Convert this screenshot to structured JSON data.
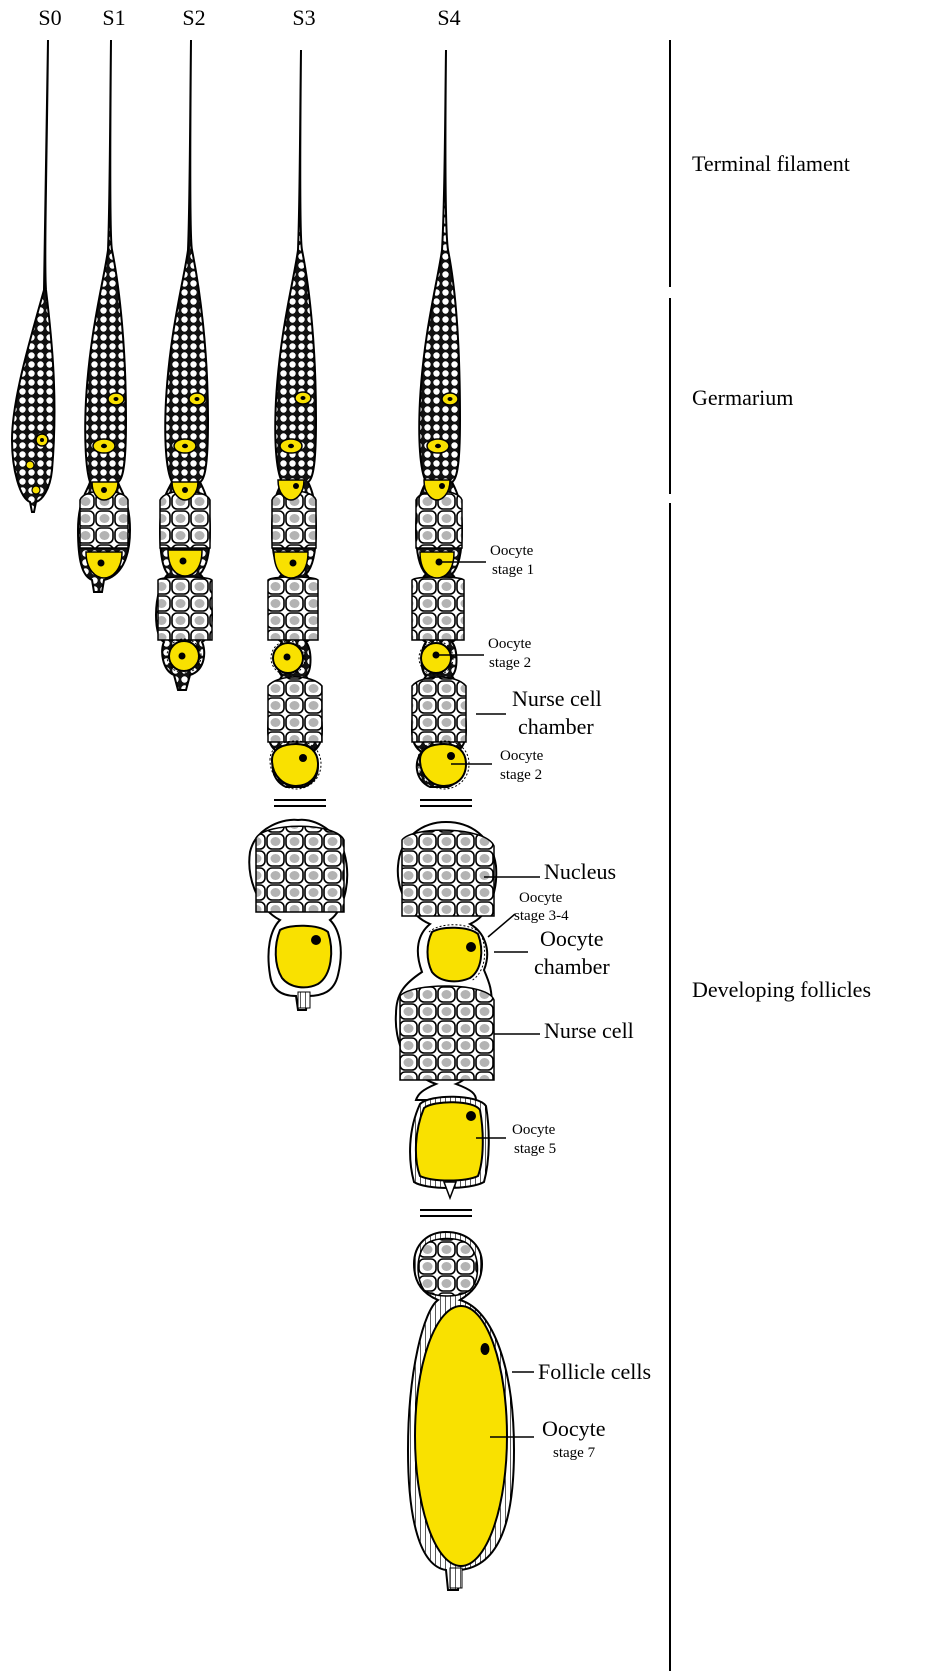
{
  "stages": [
    "S0",
    "S1",
    "S2",
    "S3",
    "S4"
  ],
  "regions": {
    "terminal_filament": "Terminal filament",
    "germarium": "Germarium",
    "developing_follicles": "Developing follicles"
  },
  "labels": {
    "oocyte_stage1": [
      "Oocyte",
      "stage 1"
    ],
    "oocyte_stage2a": [
      "Oocyte",
      "stage 2"
    ],
    "nurse_cell_chamber": [
      "Nurse cell",
      "chamber"
    ],
    "oocyte_stage2b": [
      "Oocyte",
      "stage 2"
    ],
    "nucleus": "Nucleus",
    "oocyte_stage34": [
      "Oocyte",
      "stage 3-4"
    ],
    "oocyte_chamber": [
      "Oocyte",
      "chamber"
    ],
    "nurse_cell": "Nurse cell",
    "oocyte_stage5": [
      "Oocyte",
      "stage 5"
    ],
    "follicle_cells": "Follicle cells",
    "oocyte_stage7": [
      "Oocyte",
      "stage 7"
    ]
  },
  "colors": {
    "oocyte_yellow": "#f9e100",
    "nucleus_gray": "#b3b3b3",
    "outline": "#000000",
    "background": "#ffffff"
  }
}
